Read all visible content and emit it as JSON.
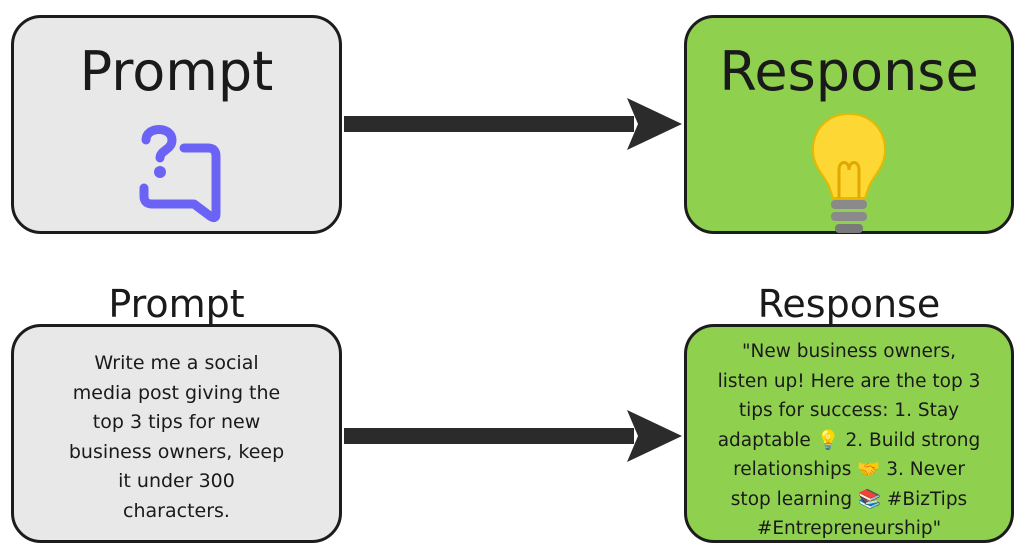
{
  "top": {
    "prompt_title": "Prompt",
    "response_title": "Response",
    "prompt_icon": "question-chat-icon",
    "response_icon": "lightbulb-icon"
  },
  "bottom": {
    "prompt_label": "Prompt",
    "response_label": "Response",
    "prompt_text": "Write me a social\nmedia post giving the\ntop 3 tips for new\nbusiness owners, keep\nit under 300\ncharacters.",
    "response_text": "\"New business owners,\nlisten up! Here are the top 3\ntips for success: 1. Stay\nadaptable 💡  2. Build strong\nrelationships 🤝  3. Never\nstop learning 📚  #BizTips\n#Entrepreneurship\""
  },
  "colors": {
    "prompt_box": "#e8e8e8",
    "response_box": "#8fd14f",
    "icon_accent": "#6b63f6",
    "arrow": "#2b2b2b",
    "border": "#1c1c1c"
  }
}
